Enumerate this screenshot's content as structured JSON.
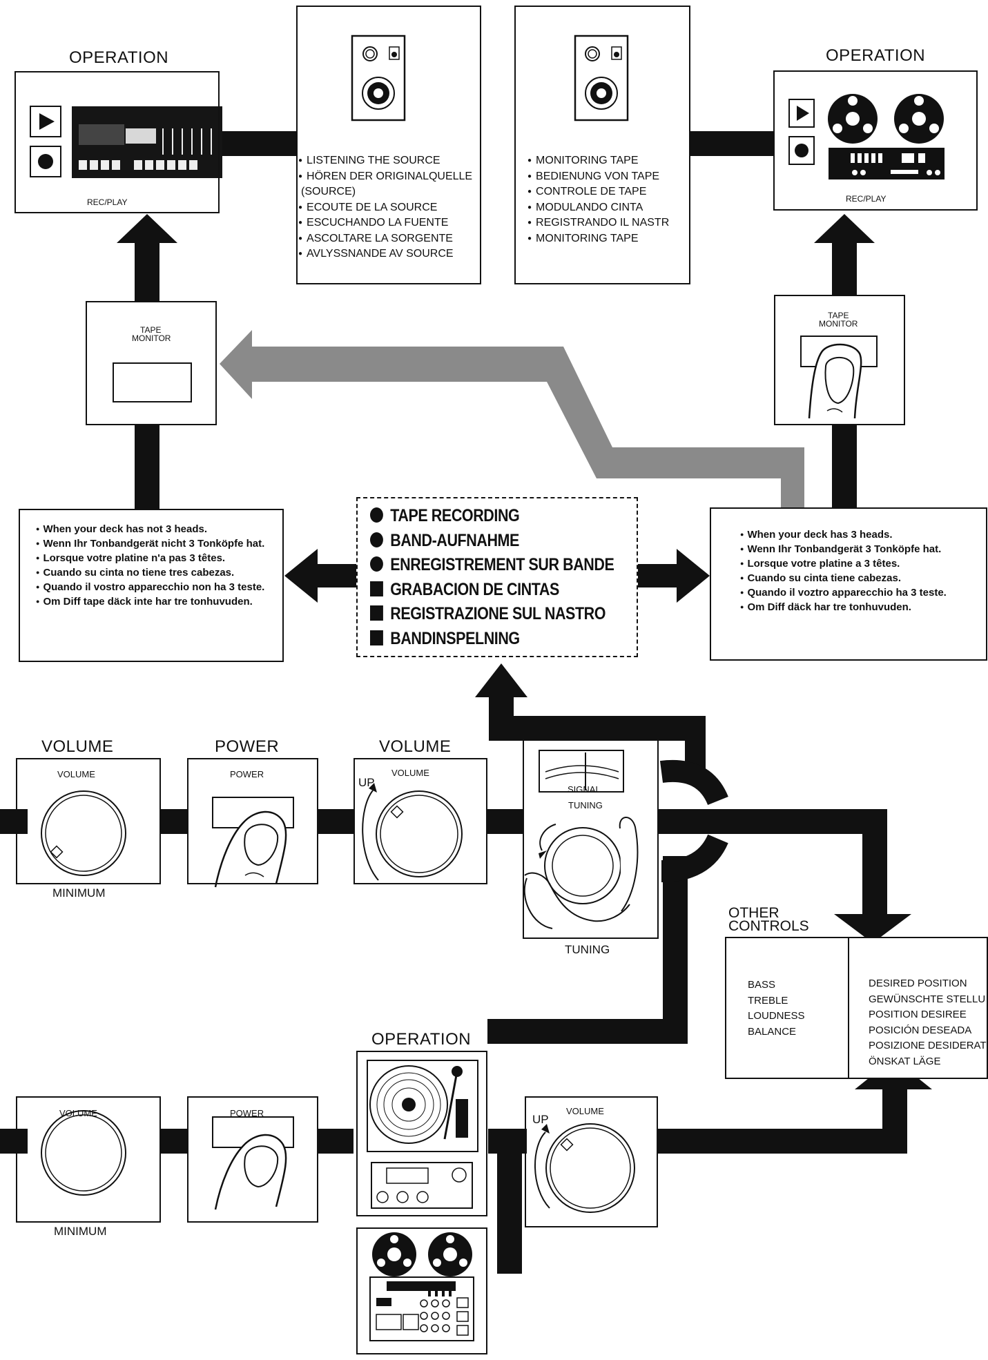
{
  "top_left": {
    "heading": "OPERATION",
    "caption": "REC/PLAY",
    "device_icon": "cassette-deck-icon",
    "play_icon": "play-icon",
    "record_icon": "record-icon"
  },
  "top_right": {
    "heading": "OPERATION",
    "caption": "REC/PLAY",
    "device_icon": "reel-to-reel-deck-icon"
  },
  "source_panel": {
    "icon": "speaker-icon",
    "items": [
      "LISTENING THE SOURCE",
      "HÖREN DER ORIGINALQUELLE",
      "(SOURCE)",
      "ECOUTE DE LA SOURCE",
      "ESCUCHANDO LA FUENTE",
      "ASCOLTARE LA SORGENTE",
      "AVLYSSNANDE AV SOURCE"
    ]
  },
  "tape_panel": {
    "icon": "speaker-icon",
    "items": [
      "MONITORING TAPE",
      "BEDIENUNG VON TAPE",
      "CONTROLE DE TAPE",
      "MODULANDO CINTA",
      "REGISTRANDO IL NASTR",
      "MONITORING TAPE"
    ]
  },
  "tape_monitor_left": {
    "label_1": "TAPE",
    "label_2": "MONITOR"
  },
  "tape_monitor_right": {
    "label_1": "TAPE",
    "label_2": "MONITOR"
  },
  "note_left": {
    "items": [
      "When your deck has not  3 heads.",
      "Wenn Ihr Tonbandgerät nicht 3 Tonköpfe hat.",
      "Lorsque votre platine n'a pas 3 têtes.",
      "Cuando su cinta no tiene tres cabezas.",
      "Quando il vostro apparecchio non ha 3 teste.",
      "Om Diff tape däck inte har tre tonhuvuden."
    ]
  },
  "note_right": {
    "items": [
      "When your deck has 3 heads.",
      "Wenn Ihr Tonbandgerät 3 Tonköpfe hat.",
      "Lorsque votre platine a 3 têtes.",
      "Cuando su cinta tiene cabezas.",
      "Quando il voztro apparecchio ha 3 teste.",
      "Om Diff däck har tre tonhuvuden."
    ]
  },
  "main_title": {
    "items": [
      {
        "marker": "circle",
        "text": "TAPE RECORDING"
      },
      {
        "marker": "circle",
        "text": "BAND-AUFNAHME"
      },
      {
        "marker": "circle",
        "text": "ENREGISTREMENT SUR BANDE"
      },
      {
        "marker": "square",
        "text": "GRABACION DE CINTAS"
      },
      {
        "marker": "square",
        "text": "REGISTRAZIONE SUL NASTRO"
      },
      {
        "marker": "square",
        "text": "BANDINSPELNING"
      }
    ]
  },
  "row1": {
    "volume_min": {
      "heading": "VOLUME",
      "inner": "VOLUME",
      "caption": "MINIMUM"
    },
    "power": {
      "heading": "POWER",
      "inner": "POWER"
    },
    "volume_up": {
      "heading": "VOLUME",
      "inner": "VOLUME",
      "up": "UP"
    },
    "tuner": {
      "signal": "SIGNAL",
      "tuning": "TUNING",
      "caption": "TUNING"
    }
  },
  "other_controls": {
    "heading_1": "OTHER",
    "heading_2": "CONTROLS",
    "left_items": [
      "BASS",
      "TREBLE",
      "LOUDNESS",
      "BALANCE"
    ],
    "right_items": [
      "DESIRED POSITION",
      "GEWÜNSCHTE STELLU",
      "POSITION DESIREE",
      "POSICIÓN DESEADA",
      "POSIZIONE DESIDERAT",
      "ÖNSKAT LÄGE"
    ]
  },
  "row2": {
    "volume_min": {
      "inner": "VOLUME",
      "caption": "MINIMUM"
    },
    "power": {
      "inner": "POWER"
    },
    "operation": {
      "heading": "OPERATION",
      "turntable_icon": "turntable-icon",
      "reel_icon": "reel-to-reel-deck-icon"
    },
    "volume_up": {
      "inner": "VOLUME",
      "up": "UP"
    }
  }
}
